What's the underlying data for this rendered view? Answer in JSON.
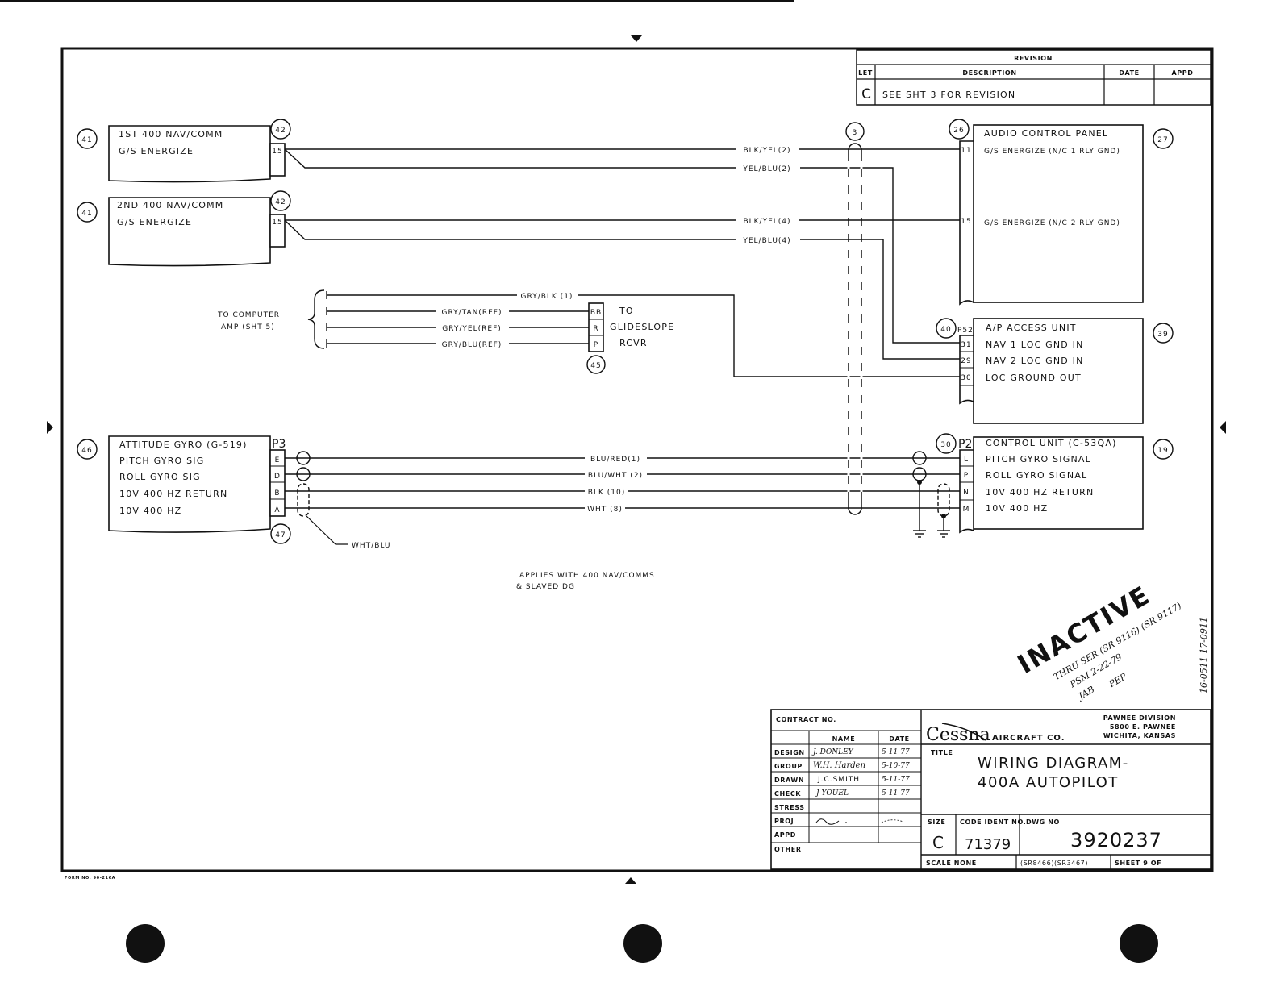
{
  "revision": {
    "header": "REVISION",
    "cols": [
      "LET",
      "DESCRIPTION",
      "DATE",
      "APPD"
    ],
    "let": "C",
    "description": "SEE SHT 3 FOR REVISION"
  },
  "components": {
    "nav1": {
      "ref": "41",
      "conn_ref": "42",
      "line1": "1ST 400 NAV/COMM",
      "line2": "G/S ENERGIZE",
      "pin": "15"
    },
    "nav2": {
      "ref": "41",
      "conn_ref": "42",
      "line1": "2ND 400 NAV/COMM",
      "line2": "G/S ENERGIZE",
      "pin": "15"
    },
    "audio": {
      "ref": "27",
      "conn_ref": "26",
      "title": "AUDIO CONTROL PANEL",
      "row1": "G/S ENERGIZE (N/C 1 RLY GND)",
      "row2": "G/S ENERGIZE (N/C 2 RLY GND)",
      "pin1": "11",
      "pin2": "15"
    },
    "ap_access": {
      "ref": "39",
      "conn_ref": "40",
      "conn": "P52",
      "title": "A/P ACCESS UNIT",
      "row1": "NAV 1 LOC GND IN",
      "row2": "NAV 2 LOC GND IN",
      "row3": "LOC GROUND OUT",
      "pins": [
        "31",
        "29",
        "30"
      ]
    },
    "control_unit": {
      "ref": "19",
      "conn_ref": "30",
      "conn": "P2",
      "title": "CONTROL UNIT (C-53QA)",
      "rows": [
        "PITCH GYRO SIGNAL",
        "ROLL GYRO SIGNAL",
        "10V 400 HZ RETURN",
        "10V 400 HZ"
      ],
      "pins": [
        "L",
        "P",
        "N",
        "M"
      ]
    },
    "attitude_gyro": {
      "ref": "46",
      "conn_ref": "47",
      "conn": "P3",
      "title": "ATTITUDE GYRO (G-519)",
      "rows": [
        "PITCH GYRO SIG",
        "ROLL GYRO SIG",
        "10V 400 HZ RETURN",
        "10V 400 HZ"
      ],
      "pins": [
        "E",
        "D",
        "B",
        "A"
      ]
    },
    "glideslope": {
      "ref": "45",
      "pins": [
        "BB",
        "R",
        "P"
      ],
      "label": [
        "TO",
        "GLIDESLOPE",
        "RCVR"
      ]
    },
    "computer": {
      "label1": "TO COMPUTER",
      "label2": "AMP (SHT 5)"
    },
    "bundle_ref": "3"
  },
  "wires": {
    "nav1_a": "BLK/YEL(2)",
    "nav1_b": "YEL/BLU(2)",
    "nav2_a": "BLK/YEL(4)",
    "nav2_b": "YEL/BLU(4)",
    "gs1": "GRY/BLK (1)",
    "gs2": "GRY/TAN(REF)",
    "gs3": "GRY/YEL(REF)",
    "gs4": "GRY/BLU(REF)",
    "gyro1": "BLU/RED(1)",
    "gyro2": "BLU/WHT (2)",
    "gyro3": "BLK (10)",
    "gyro4": "WHT (8)",
    "shield": "WHT/BLU"
  },
  "note": {
    "line1": "APPLIES WITH 400 NAV/COMMS",
    "line2": "& SLAVED DG"
  },
  "stamp": {
    "text": "INACTIVE",
    "line1": "THRU SER (SR 9116) (SR 9117)",
    "line2": "PSM 2-22-79",
    "line3": "JAB",
    "line4": "PEP"
  },
  "margin_note": "16-0511 17-0911",
  "title_block": {
    "contract": "CONTRACT NO.",
    "name_hdr": "NAME",
    "date_hdr": "DATE",
    "rows": [
      {
        "role": "DESIGN",
        "name": "J. DONLEY",
        "date": "5-11-77"
      },
      {
        "role": "GROUP",
        "name": "W.H. Harden",
        "date": "5-10-77"
      },
      {
        "role": "DRAWN",
        "name": "J.C.SMITH",
        "date": "5-11-77"
      },
      {
        "role": "CHECK",
        "name": "J YOUEL",
        "date": "5-11-77"
      },
      {
        "role": "STRESS",
        "name": "",
        "date": ""
      },
      {
        "role": "PROJ",
        "name": "",
        "date": ""
      },
      {
        "role": "APPD",
        "name": "",
        "date": ""
      },
      {
        "role": "OTHER",
        "name": "",
        "date": ""
      }
    ],
    "company": "Cessna",
    "company_suffix": "AIRCRAFT CO.",
    "division": "PAWNEE DIVISION",
    "address1": "5800 E. PAWNEE",
    "address2": "WICHITA, KANSAS",
    "title_lbl": "TITLE",
    "title1": "WIRING DIAGRAM-",
    "title2": "400A AUTOPILOT",
    "size_lbl": "SIZE",
    "size": "C",
    "code_lbl": "CODE IDENT NO.",
    "code": "71379",
    "dwg_lbl": "DWG NO",
    "dwg": "3920237",
    "scale": "SCALE NONE",
    "serials": "(SR8466)(SR3467)",
    "sheet": "SHEET 9 OF"
  },
  "form_no": "FORM NO. 90-216A"
}
